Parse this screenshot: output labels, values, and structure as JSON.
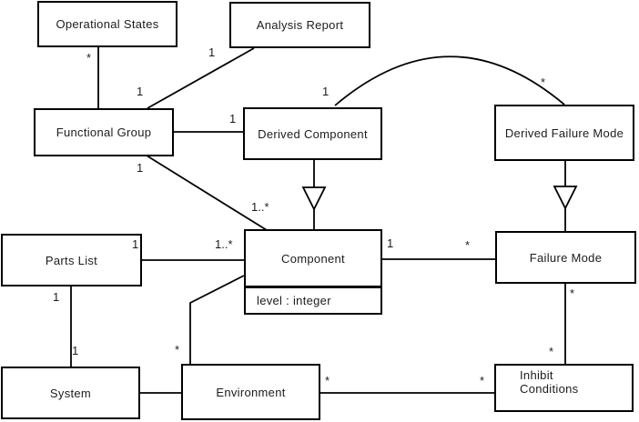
{
  "diagram": {
    "type": "uml-class-diagram",
    "classes": [
      {
        "name": "Operational States"
      },
      {
        "name": "Analysis Report"
      },
      {
        "name": "Functional Group"
      },
      {
        "name": "Derived Component"
      },
      {
        "name": "Derived Failure Mode"
      },
      {
        "name": "Parts List"
      },
      {
        "name": "Component",
        "attributes": [
          "level : integer"
        ]
      },
      {
        "name": "Failure Mode"
      },
      {
        "name": "System"
      },
      {
        "name": "Environment"
      },
      {
        "name": "Inhibit Conditions"
      }
    ],
    "associations": [
      {
        "between": [
          "Operational States",
          "Functional Group"
        ],
        "labels": [
          "*",
          "1"
        ]
      },
      {
        "between": [
          "Analysis Report",
          "Functional Group"
        ],
        "labels": [
          "1"
        ]
      },
      {
        "between": [
          "Functional Group",
          "Derived Component"
        ],
        "labels": [
          "1"
        ]
      },
      {
        "between": [
          "Functional Group",
          "Component"
        ],
        "labels": [
          "1",
          "1..*"
        ]
      },
      {
        "between": [
          "Derived Component",
          "Derived Failure Mode"
        ],
        "style": "arc",
        "labels": [
          "1",
          "*"
        ]
      },
      {
        "between": [
          "Parts List",
          "Component"
        ],
        "labels": [
          "1",
          "1..*"
        ]
      },
      {
        "between": [
          "Component",
          "Failure Mode"
        ],
        "labels": [
          "1",
          "*"
        ]
      },
      {
        "between": [
          "Parts List",
          "System"
        ],
        "labels": [
          "1",
          "1"
        ]
      },
      {
        "between": [
          "Component",
          "Environment"
        ],
        "labels": [
          "*"
        ]
      },
      {
        "between": [
          "Failure Mode",
          "Inhibit Conditions"
        ],
        "labels": [
          "*",
          "*"
        ]
      },
      {
        "between": [
          "Environment",
          "Inhibit Conditions"
        ],
        "labels": [
          "*",
          "*"
        ]
      },
      {
        "between": [
          "System",
          "Environment"
        ],
        "labels": []
      }
    ],
    "generalizations": [
      {
        "child": "Derived Component",
        "parent": "Component"
      },
      {
        "child": "Derived Failure Mode",
        "parent": "Failure Mode"
      }
    ],
    "colors": {
      "line": "#000000",
      "background": "#ffffff",
      "text": "#1c1c1c"
    }
  }
}
